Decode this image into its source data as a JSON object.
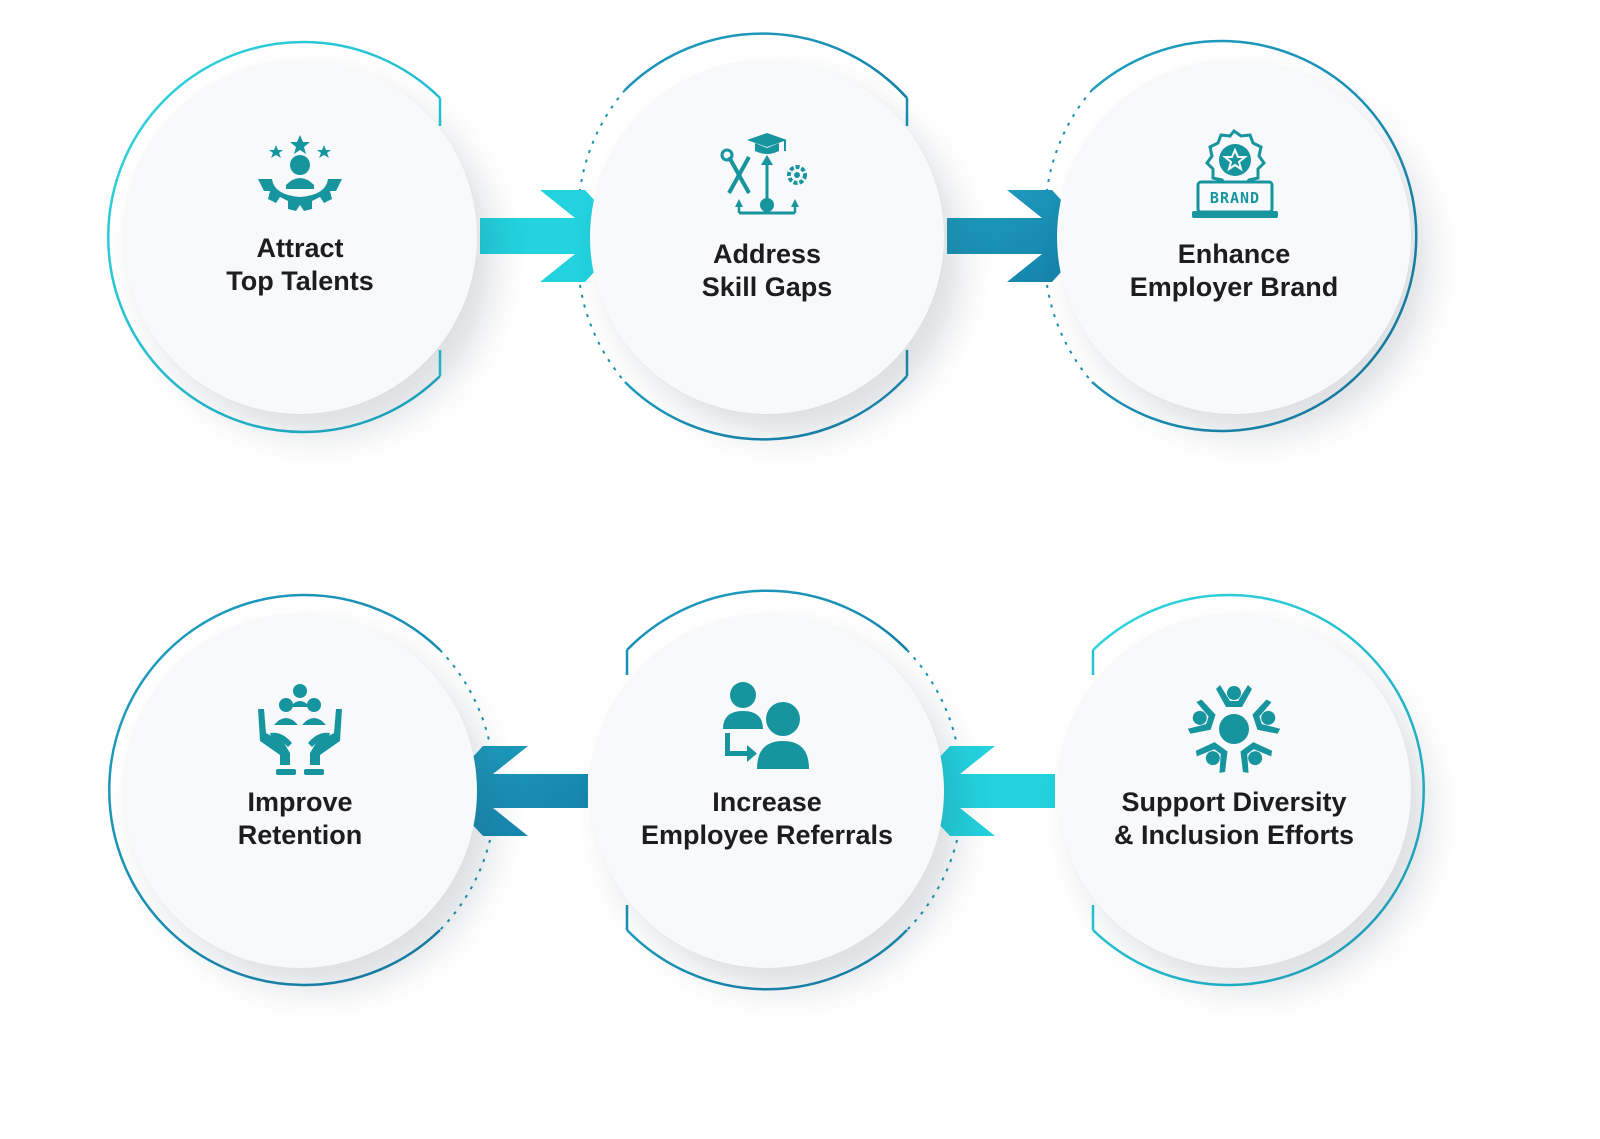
{
  "colors": {
    "teal_light": "#22ccd9",
    "teal_dark": "#1a8fb3",
    "icon": "#17959f",
    "text": "#1d1d1f"
  },
  "steps": [
    {
      "line1": "Attract",
      "line2": "Top Talents",
      "icon": "talent-gear-stars-icon"
    },
    {
      "line1": "Address",
      "line2": "Skill Gaps",
      "icon": "skills-tools-graduation-icon"
    },
    {
      "line1": "Enhance",
      "line2": "Employer Brand",
      "icon": "brand-badge-icon"
    },
    {
      "line1": "Improve",
      "line2": "Retention",
      "icon": "hands-holding-team-icon"
    },
    {
      "line1": "Increase",
      "line2": "Employee Referrals",
      "icon": "referral-users-icon"
    },
    {
      "line1": "Support Diversity",
      "line2": "& Inclusion Efforts",
      "icon": "diversity-people-circle-icon"
    }
  ],
  "brand_badge_text": "BRAND",
  "arrows": [
    {
      "from": 1,
      "to": 2,
      "direction": "right",
      "color": "teal_light"
    },
    {
      "from": 2,
      "to": 3,
      "direction": "right",
      "color": "teal_dark"
    },
    {
      "from": 6,
      "to": 5,
      "direction": "left",
      "color": "teal_light"
    },
    {
      "from": 5,
      "to": 4,
      "direction": "left",
      "color": "teal_dark"
    }
  ]
}
